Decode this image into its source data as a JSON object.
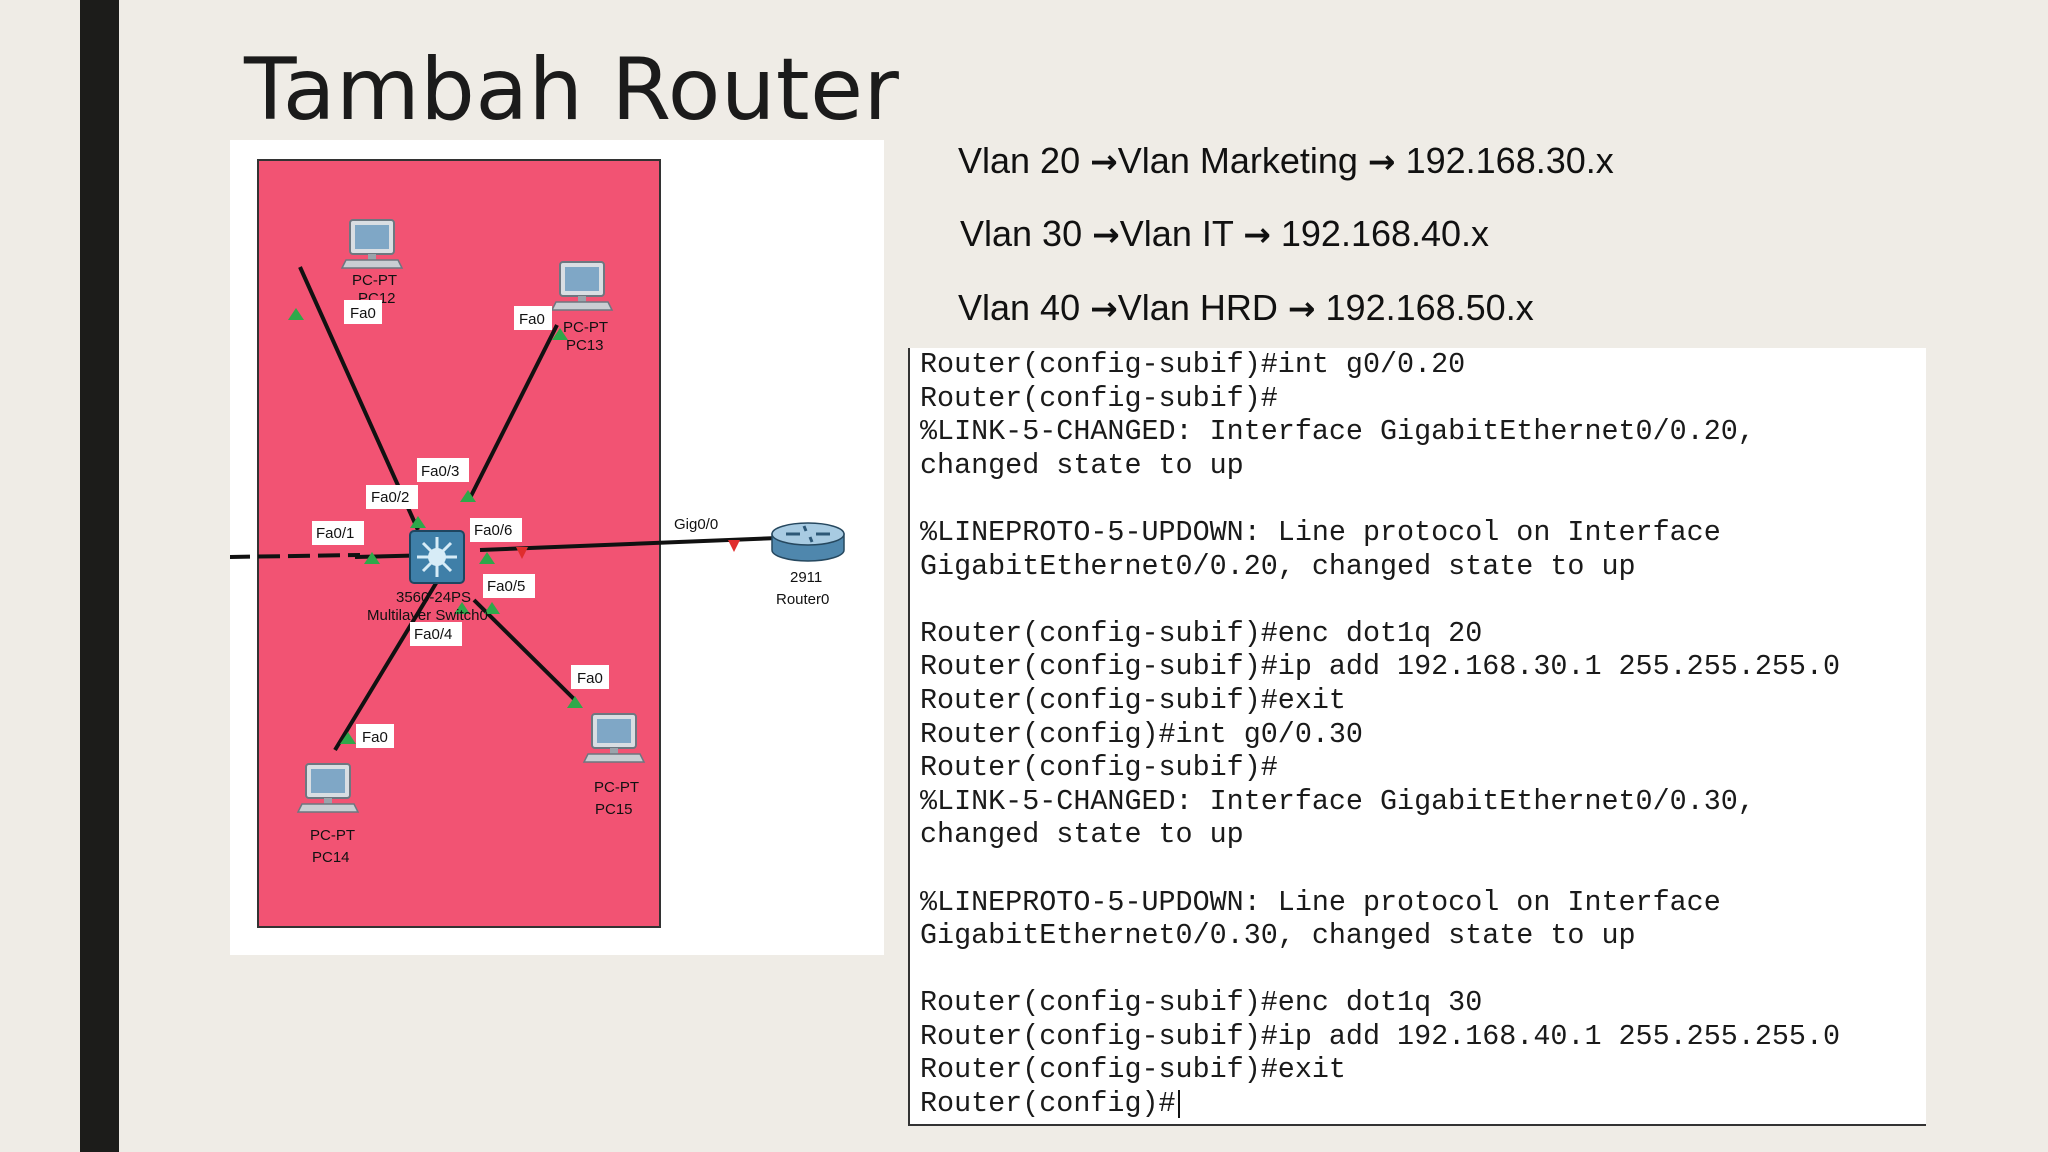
{
  "slide": {
    "title": "Tambah Router"
  },
  "vlans": [
    {
      "vlan": "Vlan 20",
      "name": "Vlan Marketing",
      "network": "192.168.30.x"
    },
    {
      "vlan": "Vlan 30",
      "name": "Vlan IT",
      "network": "192.168.40.x"
    },
    {
      "vlan": "Vlan 40",
      "name": "Vlan HRD",
      "network": "192.168.50.x"
    }
  ],
  "arrow_glyph": "→",
  "topology": {
    "zone_color": "#f25373",
    "devices": {
      "pc12": {
        "type": "PC-PT",
        "name": "PC12"
      },
      "pc13": {
        "type": "PC-PT",
        "name": "PC13"
      },
      "pc14": {
        "type": "PC-PT",
        "name": "PC14"
      },
      "pc15": {
        "type": "PC-PT",
        "name": "PC15"
      },
      "switch": {
        "model": "3560-24PS",
        "name": "Multilayer Switch0"
      },
      "router": {
        "model": "2911",
        "name": "Router0"
      }
    },
    "ports": {
      "pc12_port": "Fa0",
      "pc13_port": "Fa0",
      "pc14_port": "Fa0",
      "pc15_port": "Fa0",
      "sw_fa01": "Fa0/1",
      "sw_fa02": "Fa0/2",
      "sw_fa03": "Fa0/3",
      "sw_fa04": "Fa0/4",
      "sw_fa05": "Fa0/5",
      "sw_fa06": "Fa0/6",
      "router_gig": "Gig0/0"
    }
  },
  "terminal": {
    "lines": [
      "Router(config-subif)#int g0/0.20",
      "Router(config-subif)#",
      "%LINK-5-CHANGED: Interface GigabitEthernet0/0.20,",
      "changed state to up",
      "",
      "%LINEPROTO-5-UPDOWN: Line protocol on Interface",
      "GigabitEthernet0/0.20, changed state to up",
      "",
      "Router(config-subif)#enc dot1q 20",
      "Router(config-subif)#ip add 192.168.30.1 255.255.255.0",
      "Router(config-subif)#exit",
      "Router(config)#int g0/0.30",
      "Router(config-subif)#",
      "%LINK-5-CHANGED: Interface GigabitEthernet0/0.30,",
      "changed state to up",
      "",
      "%LINEPROTO-5-UPDOWN: Line protocol on Interface",
      "GigabitEthernet0/0.30, changed state to up",
      "",
      "Router(config-subif)#enc dot1q 30",
      "Router(config-subif)#ip add 192.168.40.1 255.255.255.0",
      "Router(config-subif)#exit",
      "Router(config)#"
    ]
  }
}
